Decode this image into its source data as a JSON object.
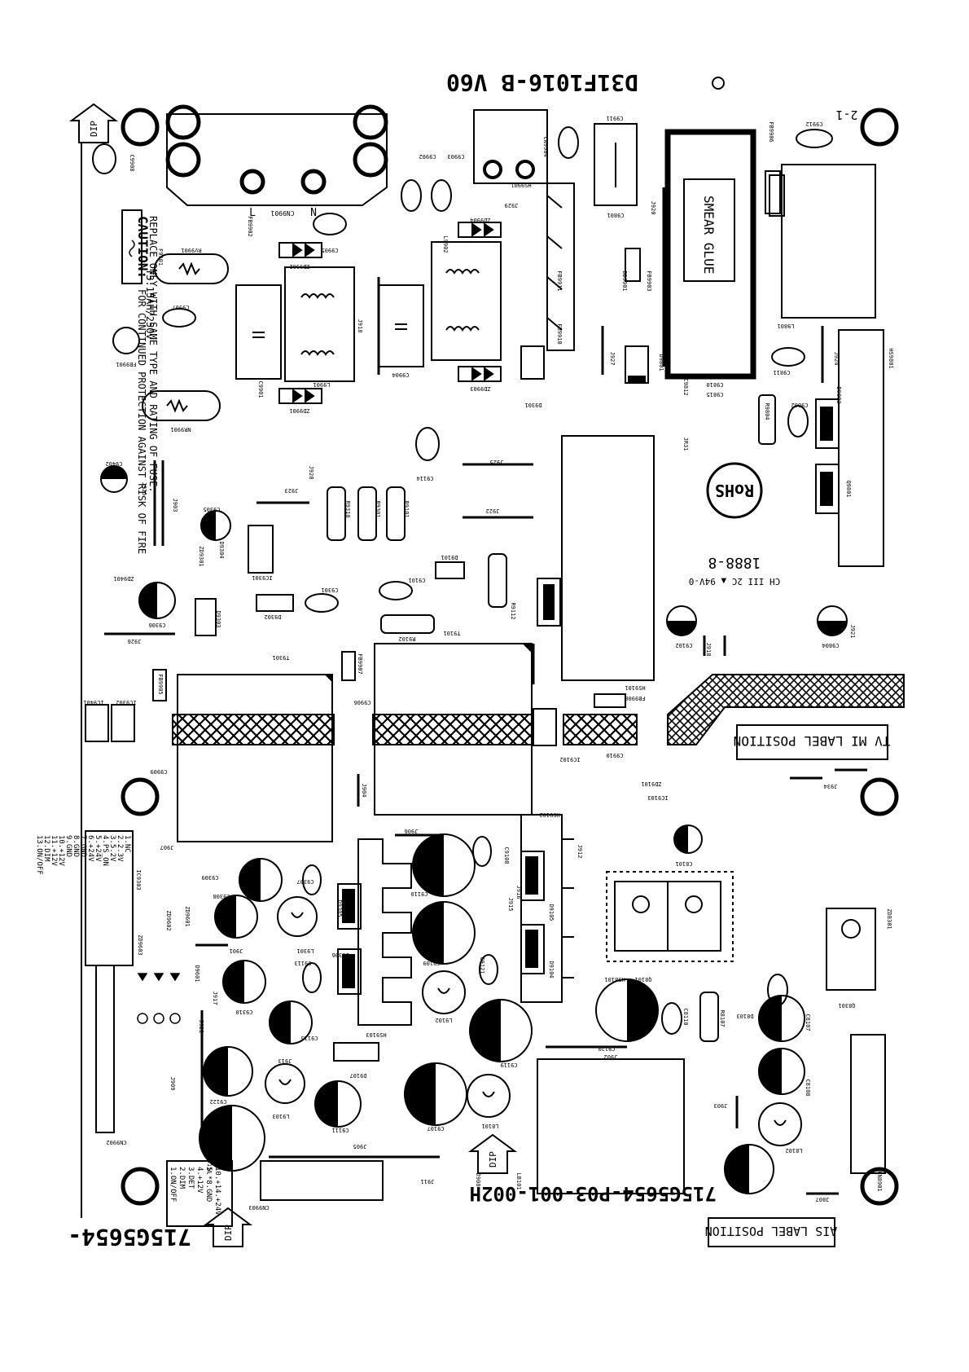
{
  "board": {
    "top_code": "D31F1016-B  V60",
    "sheet": "2-1",
    "bottom_code": "715G5654-",
    "pcb_code": "715G5654-P03-001-002H",
    "dip_marker": "DIP",
    "smear_glue": "SMEAR GLUE",
    "rohs": "RoHS",
    "tv_label": "TV MI LABEL POSITION",
    "ais_label": "AIS LABEL POSITION",
    "date_code": "1888-8",
    "cert_mark": "CH III 2C ▲ 94V-0"
  },
  "caution": {
    "title": "CAUTION:",
    "line1": "FOR CONTINUED PROTECTION AGAINST RISK OF FIRE",
    "line2": "REPLACE ONLY WITH SAME TYPE AND RATING OF FUSE.",
    "fuse_rating": "T3.15AH/250V"
  },
  "pin_table_left": [
    "1.NC",
    "2.2.3V",
    "3.5.2V",
    "4.PS_ON",
    "5.+24V",
    "6.+24V",
    "7.GND",
    "8.GND",
    "9.GND",
    "10.+12V",
    "11.+12V",
    "12.DIM",
    "13.ON/OFF"
  ],
  "pin_table_bottom": [
    "10.+14.+24V",
    "5.*8.GND",
    "4.+12V",
    "3.DET",
    "2.DIM",
    "1.ON/OFF"
  ],
  "refs": {
    "cn9901": "CN9901",
    "l_pin": "L",
    "n_pin": "N",
    "c9908": "C9908",
    "fb9902": "FB9902",
    "rv9901": "RV9901",
    "f9901": "F9901",
    "c9907": "C9907",
    "fb9901": "FB9901",
    "nr9901": "NR9901",
    "c9901": "C9901",
    "l9901": "L9901",
    "j918": "J918",
    "zd9902": "ZD9902",
    "zd9901": "ZD9901",
    "c9905": "C9905",
    "c9904": "C9904",
    "l9902": "L9902",
    "zd9904": "ZD9904",
    "zd9903": "ZD9903",
    "c9902": "C9902",
    "c9903": "C9903",
    "j929": "J929",
    "cn9904": "CN9904",
    "hs9901": "HS9901",
    "fb9911": "FB9911",
    "fb9910": "FB9910",
    "d9301": "D9301",
    "c9911": "C9911",
    "c9801": "C9801",
    "j920": "J920",
    "bd9901": "BD9901",
    "fb9903": "FB9903",
    "j927": "J927",
    "d9801": "D9801",
    "c9812": "C9812",
    "c9810": "C9810",
    "c9815": "C9815",
    "fb9906": "FB9906",
    "c9912": "C9912",
    "l9801": "L9801",
    "c9811": "C9811",
    "j924": "J924",
    "hs9801": "HS9801",
    "d9802": "D9802",
    "c9802": "C9802",
    "r9804": "R9804",
    "q9801": "Q9801",
    "jr31": "JR31",
    "c9402": "C9402",
    "j925": "J925",
    "j903": "J903",
    "j928": "J928",
    "j923": "J923",
    "r9310": "R9310",
    "r9301": "R9301",
    "r9101": "R9101",
    "c9114": "C9114",
    "j925b": "J925",
    "j922": "J922",
    "c9305": "C9305",
    "zd9301": "ZD9301",
    "d9304": "D9304",
    "ic9301": "IC9301",
    "zd9401": "ZD9401",
    "d9101": "D9101",
    "c9101": "C9101",
    "r9112": "R9112",
    "q9101": "Q9101",
    "c9306": "C9306",
    "d9303": "D9303",
    "d9302": "D9302",
    "c9301": "C9301",
    "r9102": "R9102",
    "c9102": "C9102",
    "j918b": "J918",
    "c9804": "C9804",
    "j921": "J921",
    "j926": "J926",
    "t9301": "T9301",
    "t9101": "T9101",
    "fb9907": "FB9907",
    "fb9905": "FB9905",
    "ic9401": "IC9401",
    "ic9302": "IC9302",
    "c9906": "C9906",
    "fb9908": "FB9908",
    "hs9101": "HS9101",
    "ic9102": "IC9102",
    "c9910": "C9910",
    "c9909": "C9909",
    "j904": "J904",
    "zd9101": "ZD9101",
    "ic9103": "IC9103",
    "j934": "J934",
    "j906": "J906",
    "hs9102": "HS9102",
    "j907": "J907",
    "c9309": "C9309",
    "c9308": "C9308",
    "c9307": "C9307",
    "ic9303": "IC9303",
    "zd9602": "ZD9602",
    "zd9601": "ZD9601",
    "zd9603": "ZD9603",
    "c9108": "C9108",
    "c9110": "C9110",
    "j915": "J915",
    "j916": "J916",
    "d9305": "D9305",
    "d9306": "D9306",
    "d9105": "D9105",
    "d9104": "D9104",
    "j912": "J912",
    "c8101": "C8101",
    "zd8301": "ZD8301",
    "j901": "J901",
    "l9301": "L9301",
    "c9113": "C9113",
    "c9109": "C9109",
    "c9121": "C9121",
    "l9102": "L9102",
    "hs9103": "HS9103",
    "d9601": "D9601",
    "c9310": "C9310",
    "j917": "J917",
    "j922b": "J922",
    "j913": "J913",
    "c9115": "C9115",
    "d9107": "D9107",
    "c9119": "C9119",
    "hs8101": "HS8101",
    "q8101": "Q8101",
    "c9120": "C9120",
    "c8110": "C8110",
    "r8107": "R8107",
    "d8103": "D8103",
    "c8107": "C8107",
    "q8301": "Q8301",
    "j902": "J902",
    "c9122": "C9122",
    "l9103": "L9103",
    "c9111": "C9111",
    "c9107": "C9107",
    "l8101": "L8101",
    "j909": "J909",
    "c8108": "C8108",
    "j903b": "J903",
    "cn9902": "CN9902",
    "c9116": "C9116",
    "cn9903": "CN9903",
    "j905": "J905",
    "j911": "J911",
    "j908": "J908",
    "lb101": "LB101",
    "c8109": "C8109",
    "l8102": "L8102",
    "cn8901": "CN8901",
    "j807": "J807"
  }
}
